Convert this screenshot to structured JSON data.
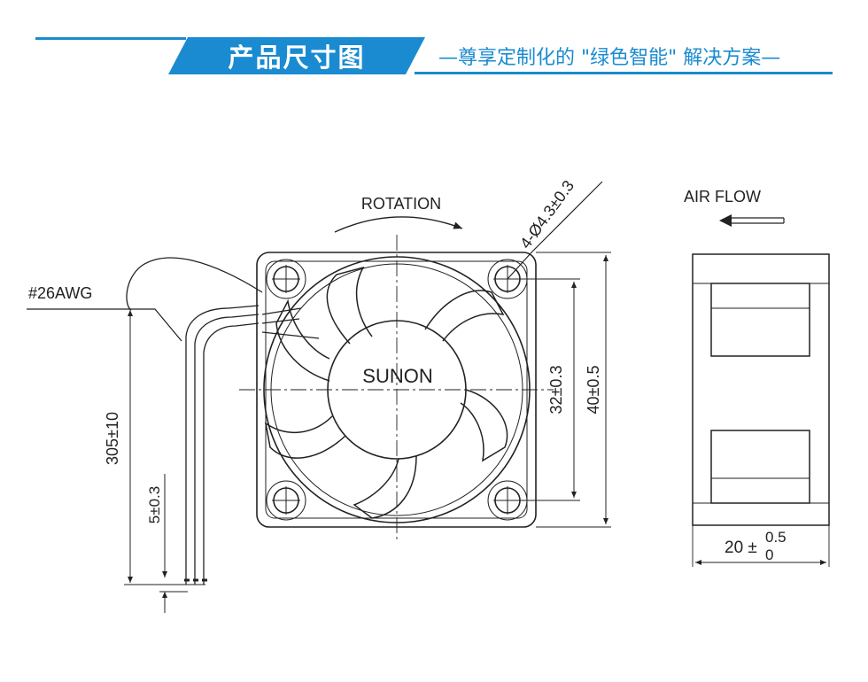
{
  "header": {
    "title": "产品尺寸图",
    "subtitle": "—尊享定制化的 \"绿色智能\" 解决方案—"
  },
  "drawing": {
    "brand": "SUNON",
    "rotation_label": "ROTATION",
    "hole_dim": "4-Ø4.3±0.3",
    "wire_gauge": "#26AWG",
    "airflow_label": "AIR FLOW",
    "dims": {
      "lead_length": "305±10",
      "strip_length": "5±0.3",
      "hole_pitch": "32±0.3",
      "frame_size": "40±0.5",
      "depth_base": "20 ±",
      "depth_upper": "0.5",
      "depth_lower": "0"
    }
  }
}
